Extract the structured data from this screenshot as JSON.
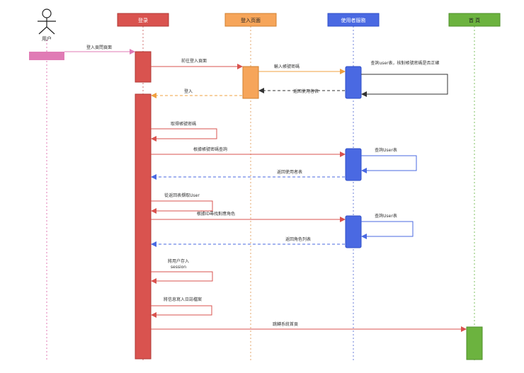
{
  "actor": {
    "label": "用户"
  },
  "participants": [
    {
      "id": "login",
      "label": "登录",
      "fill": "#d9534f",
      "stroke": "#b03a36",
      "text": "#ffffff",
      "line": "#d07070"
    },
    {
      "id": "page",
      "label": "登入页面",
      "fill": "#f6a55a",
      "stroke": "#d08030",
      "text": "#222222",
      "line": "#e3a56a"
    },
    {
      "id": "server",
      "label": "使用者服務",
      "fill": "#4a69e2",
      "stroke": "#2f4fc8",
      "text": "#ffffff",
      "line": "#6b7fd8"
    },
    {
      "id": "home",
      "label": "首 頁",
      "fill": "#6cb33f",
      "stroke": "#4e8f2a",
      "text": "#222222",
      "line": "#7fc060"
    }
  ],
  "messages": [
    {
      "id": "m1",
      "label": "登入頁問頁面"
    },
    {
      "id": "m2",
      "label": "前往登入頁面"
    },
    {
      "id": "m3",
      "label": "輸入帳號密碼"
    },
    {
      "id": "m4",
      "label": "查詢user表，核對帳號密碼是否正確"
    },
    {
      "id": "m5",
      "label": "返回使用者表"
    },
    {
      "id": "m6",
      "label": "登入"
    },
    {
      "id": "m7",
      "label": "取得帳號密碼"
    },
    {
      "id": "m8",
      "label": "根據帳號密碼查詢"
    },
    {
      "id": "m9",
      "label": "查詢User表"
    },
    {
      "id": "m10",
      "label": "返回使用者表"
    },
    {
      "id": "m11",
      "label": "從返回表擷取User"
    },
    {
      "id": "m12",
      "label": "根據ID尋找對應角色"
    },
    {
      "id": "m13",
      "label": "查詢User表"
    },
    {
      "id": "m14",
      "label": "返回角色列表"
    },
    {
      "id": "m15",
      "label": [
        "將用户存入",
        "session"
      ]
    },
    {
      "id": "m16",
      "label": "將信息寫入日誌檔案"
    },
    {
      "id": "m17",
      "label": "跳轉系統首頁"
    }
  ],
  "colors": {
    "login_msg": "#d9534f",
    "page_msg": "#f0a040",
    "server_msg": "#4a69e2",
    "return_dark": "#333333",
    "home_msg": "#d9534f",
    "actor_marker": "#e07bb5"
  }
}
